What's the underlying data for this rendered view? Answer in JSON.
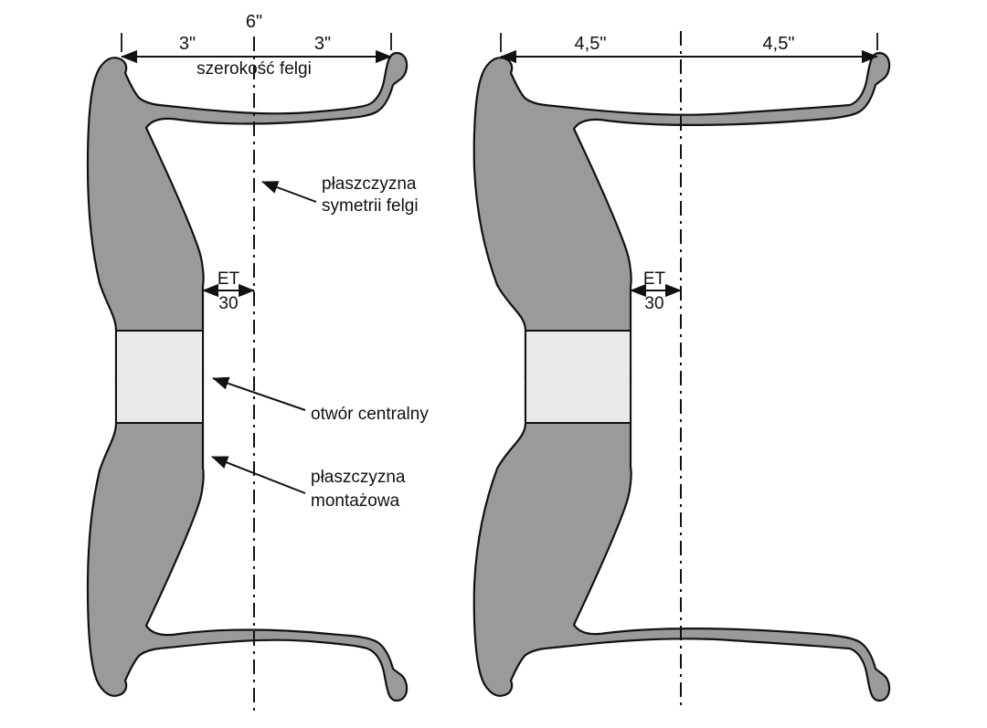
{
  "diagram": {
    "colors": {
      "rim_fill": "#9a9a9a",
      "bore_fill": "#e9e9e9",
      "line": "#111111",
      "background": "#ffffff"
    },
    "left_wheel": {
      "total_width": "6\"",
      "half_width_left": "3\"",
      "half_width_right": "3\"",
      "width_caption": "szerokość felgi",
      "offset_label": "ET",
      "offset_value": "30"
    },
    "right_wheel": {
      "half_width_left": "4,5\"",
      "half_width_right": "4,5\"",
      "offset_label": "ET",
      "offset_value": "30"
    },
    "annotations": {
      "symmetry_plane": {
        "line1": "płaszczyzna",
        "line2": "symetrii felgi"
      },
      "central_hole": {
        "label": "otwór centralny"
      },
      "mounting_plane": {
        "line1": "płaszczyzna",
        "line2": "montażowa"
      }
    }
  }
}
